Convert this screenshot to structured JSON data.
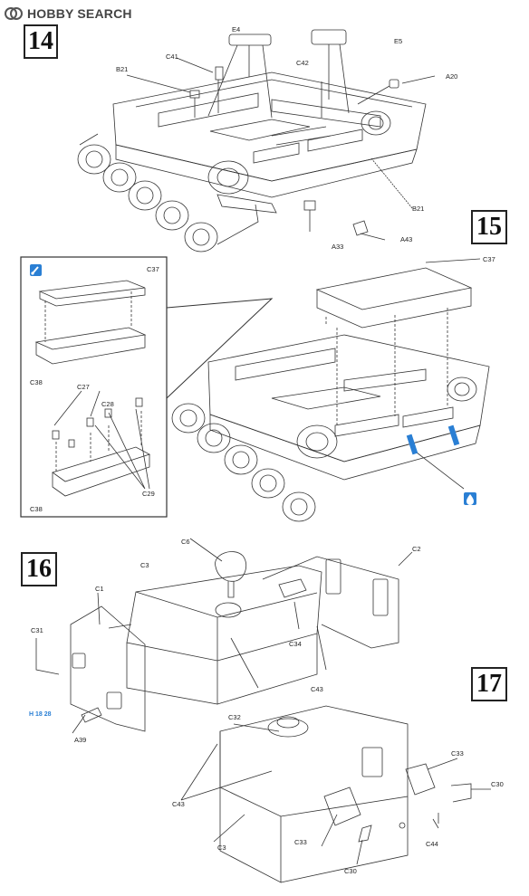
{
  "watermark": {
    "text": "HOBBY SEARCH"
  },
  "steps": {
    "s14": "14",
    "s15": "15",
    "s16": "16",
    "s17": "17"
  },
  "labels": {
    "E4": "E4",
    "E5": "E5",
    "C41": "C41",
    "B21a": "B21",
    "C42": "C42",
    "A20": "A20",
    "B21b": "B21",
    "A33": "A33",
    "A43": "A43",
    "C37a": "C37",
    "C38a": "C38",
    "C27": "C27",
    "C28": "C28",
    "C29": "C29",
    "C38b": "C38",
    "C37b": "C37",
    "C6": "C6",
    "C3a": "C3",
    "C2": "C2",
    "C1": "C1",
    "C31": "C31",
    "C34": "C34",
    "C43a": "C43",
    "A39": "A39",
    "partcode": "H 18 28",
    "C32": "C32",
    "C33a": "C33",
    "C30a": "C30",
    "C43b": "C43",
    "C44": "C44",
    "C33b": "C33",
    "C3b": "C3",
    "C30b": "C30"
  },
  "colors": {
    "accent": "#2a7fd4",
    "ink": "#222222"
  },
  "icons": {
    "paint": "paint-brush-icon",
    "logo": "hobby-search-logo-icon",
    "paint2": "paint-drop-icon"
  }
}
